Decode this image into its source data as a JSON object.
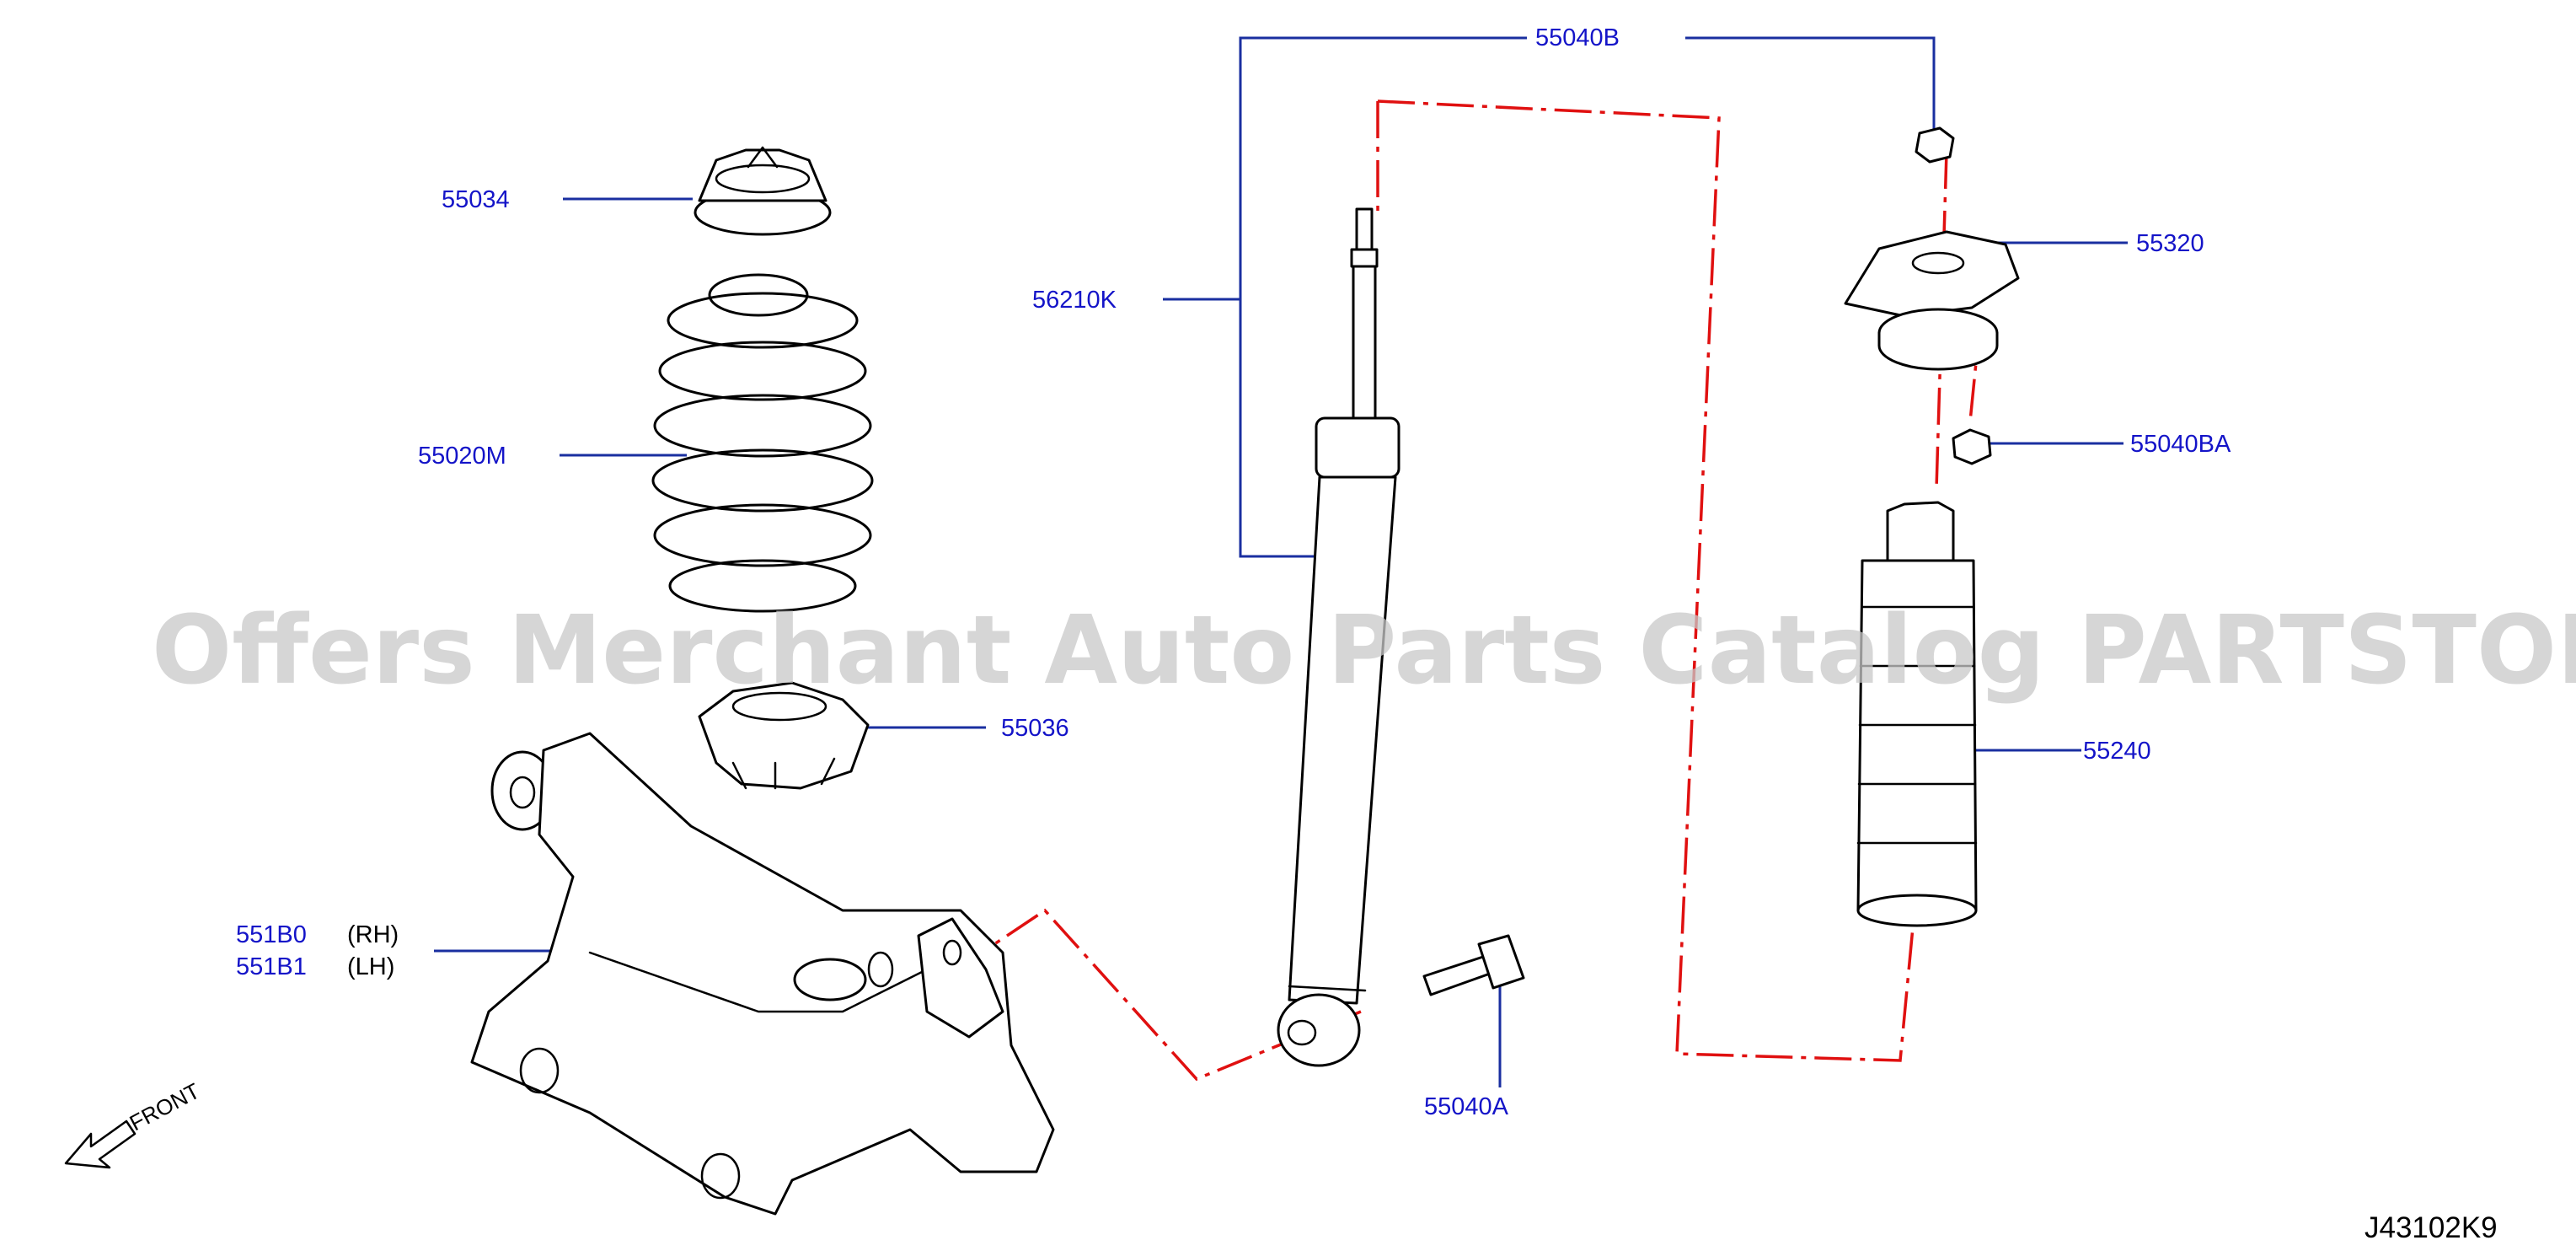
{
  "watermark": "Offers Merchant Auto Parts Catalog PARTSTORE.SA",
  "diagram_code": "J43102K9",
  "front_label": "FRONT",
  "parts": {
    "p55040B": "55040B",
    "p55034": "55034",
    "p56210K": "56210K",
    "p55320": "55320",
    "p55020M": "55020M",
    "p55040BA": "55040BA",
    "p55036": "55036",
    "p55240": "55240",
    "p551B0": "551B0",
    "p551B0_side": "(RH)",
    "p551B1": "551B1",
    "p551B1_side": "(LH)",
    "p55040A": "55040A"
  },
  "colors": {
    "callout": "#1414c8",
    "leader": "#1a2fa0",
    "assembly_line": "#e01010",
    "watermark": "#c8c8c8"
  }
}
